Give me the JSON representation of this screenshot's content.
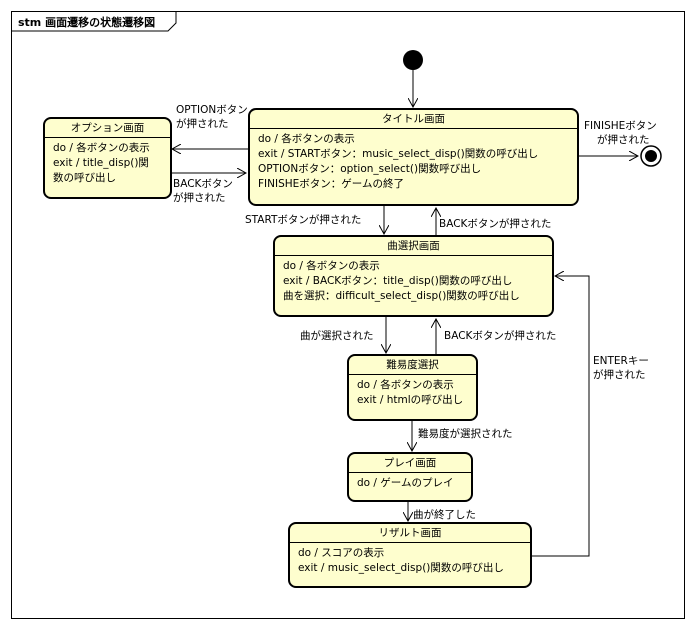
{
  "diagram": {
    "title": "stm 画面遷移の状態遷移図",
    "states": {
      "option": {
        "name": "オプション画面",
        "lines": [
          "do / 各ボタンの表示",
          "exit / title_disp()関",
          "数の呼び出し"
        ]
      },
      "title": {
        "name": "タイトル画面",
        "lines": [
          "do / 各ボタンの表示",
          "exit / STARTボタン：music_select_disp()関数の呼び出し",
          "OPTIONボタン：option_select()関数呼び出し",
          "FINISHEボタン：ゲームの終了"
        ]
      },
      "music_select": {
        "name": "曲選択画面",
        "lines": [
          "do / 各ボタンの表示",
          "exit / BACKボタン：title_disp()関数の呼び出し",
          "曲を選択：difficult_select_disp()関数の呼び出し"
        ]
      },
      "difficulty": {
        "name": "難易度選択",
        "lines": [
          "do / 各ボタンの表示",
          "exit / htmlの呼び出し"
        ]
      },
      "play": {
        "name": "プレイ画面",
        "lines": [
          "do / ゲームのプレイ"
        ]
      },
      "result": {
        "name": "リザルト画面",
        "lines": [
          "do / スコアの表示",
          "exit / music_select_disp()関数の呼び出し"
        ]
      }
    },
    "transitions": {
      "option_pressed": [
        "OPTIONボタン",
        "が押された"
      ],
      "back_to_title_from_option": [
        "BACKボタン",
        "が押された"
      ],
      "finishe_pressed": [
        "FINISHEボタン",
        "が押された"
      ],
      "start_pressed": "STARTボタンが押された",
      "back_to_title": "BACKボタンが押された",
      "song_selected": "曲が選択された",
      "back_to_music": "BACKボタンが押された",
      "difficulty_selected": "難易度が選択された",
      "song_finished": "曲が終了した",
      "enter_pressed": [
        "ENTERキー",
        "が押された"
      ]
    }
  }
}
